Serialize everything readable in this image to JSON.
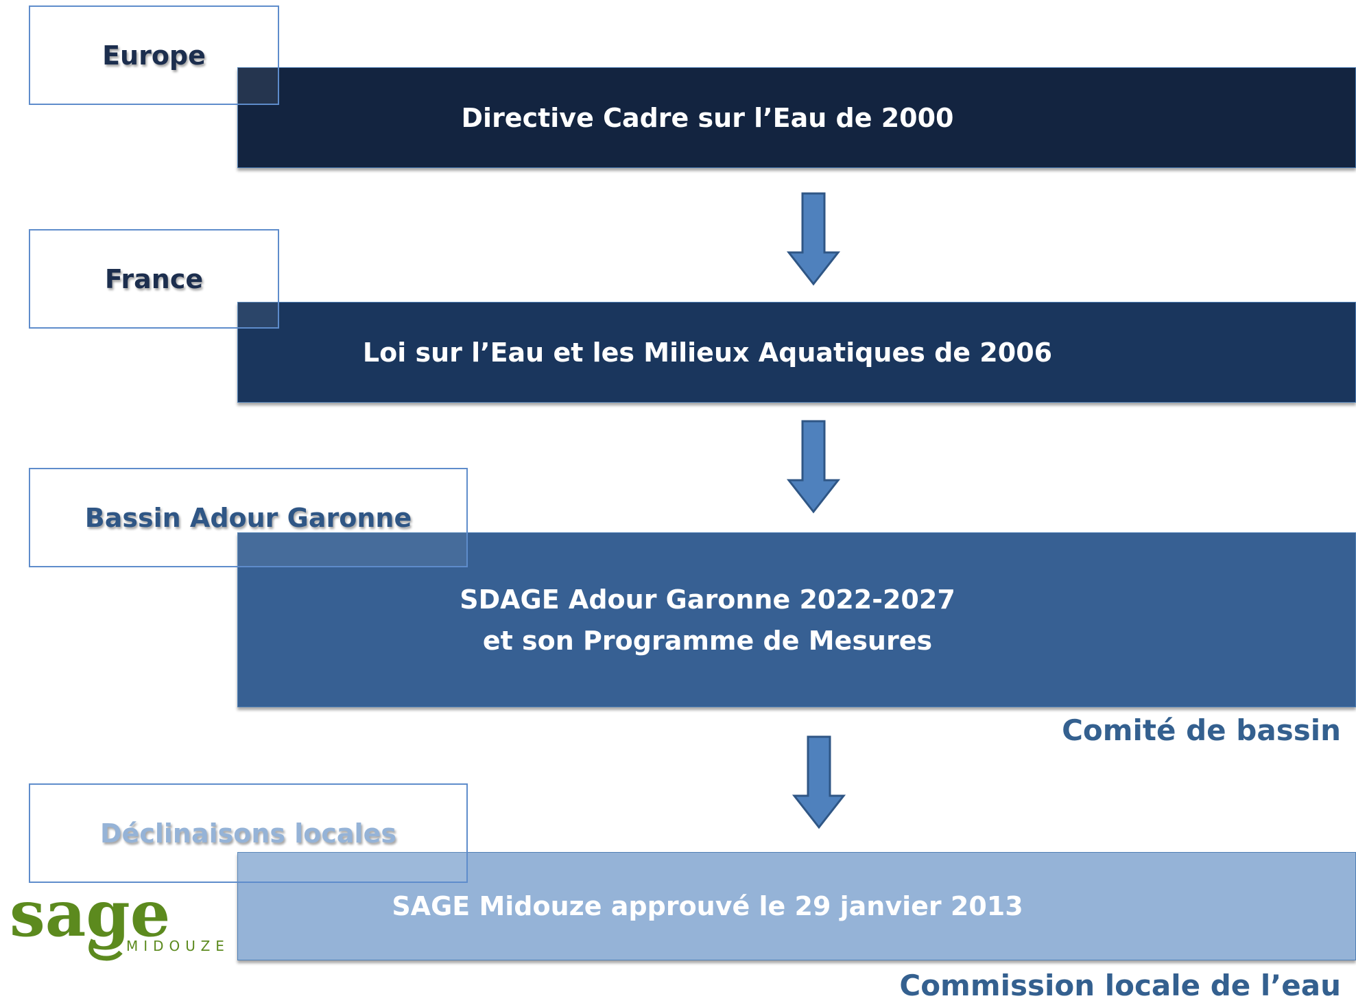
{
  "levels": [
    {
      "label": "Europe",
      "text": [
        "Directive Cadre sur l’Eau de 2000"
      ],
      "label_color": "#1c2e4e",
      "band_color": "#132440"
    },
    {
      "label": "France",
      "text": [
        "Loi sur l’Eau et les Milieux Aquatiques de 2006"
      ],
      "label_color": "#1c2e4e",
      "band_color": "#1a365d"
    },
    {
      "label": "Bassin Adour Garonne",
      "text": [
        "SDAGE Adour Garonne 2022-2027",
        "et son Programme de Mesures"
      ],
      "label_color": "#2f5685",
      "band_color": "#376093"
    },
    {
      "label": "Déclinaisons locales",
      "text": [
        "SAGE Midouze approuvé le 29 janvier 2013"
      ],
      "label_color": "#95b3d7",
      "band_color": "#95b3d7"
    }
  ],
  "captions": {
    "basin": "Comité de bassin",
    "local": "Commission locale de l’eau"
  },
  "logo": {
    "word": "sage",
    "sub": "MIDOUZE",
    "color": "#5c8a1e"
  },
  "arrow_color": "#4f81bd"
}
